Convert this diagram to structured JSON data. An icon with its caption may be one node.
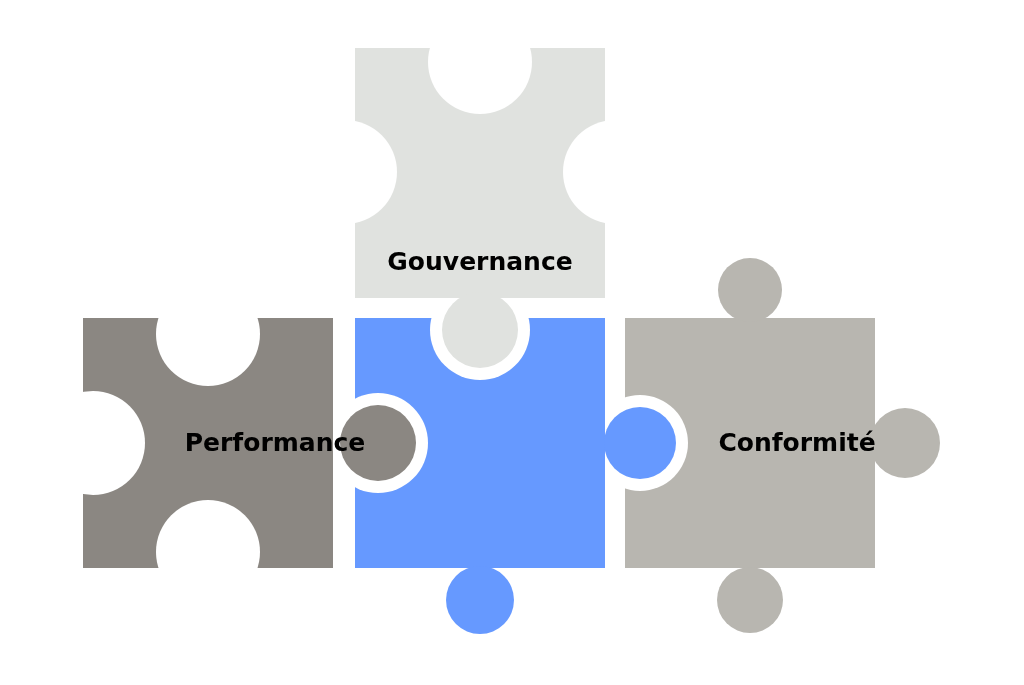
{
  "diagram": {
    "nodes": [
      {
        "text": [
          "Gouvernance"
        ]
      },
      {
        "text": [
          "Performance"
        ]
      },
      {
        "text": [],
        "shape": "puzzle"
      },
      {
        "text": [
          "Conformité"
        ]
      }
    ]
  }
}
